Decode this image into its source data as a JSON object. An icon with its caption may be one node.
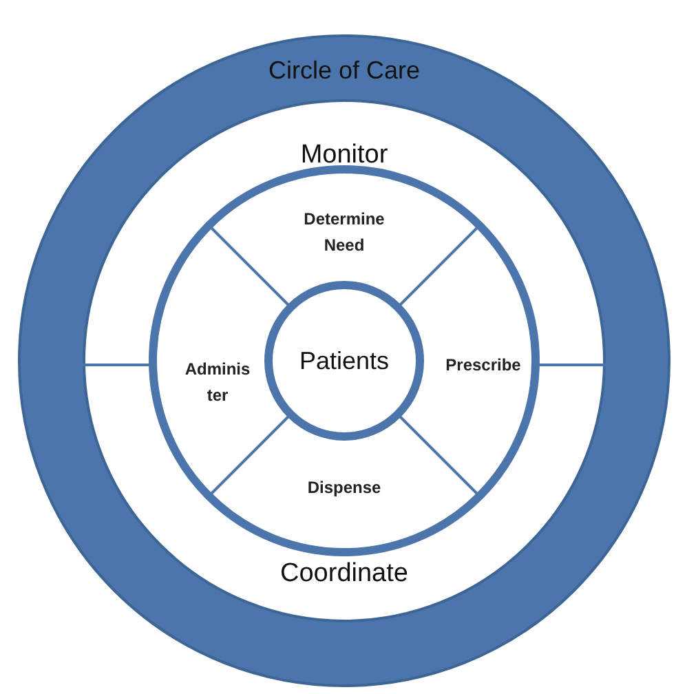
{
  "diagram": {
    "nodes": [
      {
        "text": [
          "Circle of Care"
        ]
      },
      {
        "text": [
          "Monitor"
        ],
        "in": 0
      },
      {
        "text": [
          "Coordinate"
        ],
        "in": 0
      },
      {
        "text": [],
        "shape": "circle",
        "in": 0
      },
      {
        "text": [
          "Determine Need"
        ],
        "in": 3
      },
      {
        "text": [
          "Adminis ter"
        ],
        "in": 3
      },
      {
        "text": [
          "Patients"
        ],
        "in": 3
      },
      {
        "text": [
          "Prescribe"
        ],
        "in": 3
      },
      {
        "text": [
          "Dispense"
        ],
        "in": 3
      }
    ]
  }
}
